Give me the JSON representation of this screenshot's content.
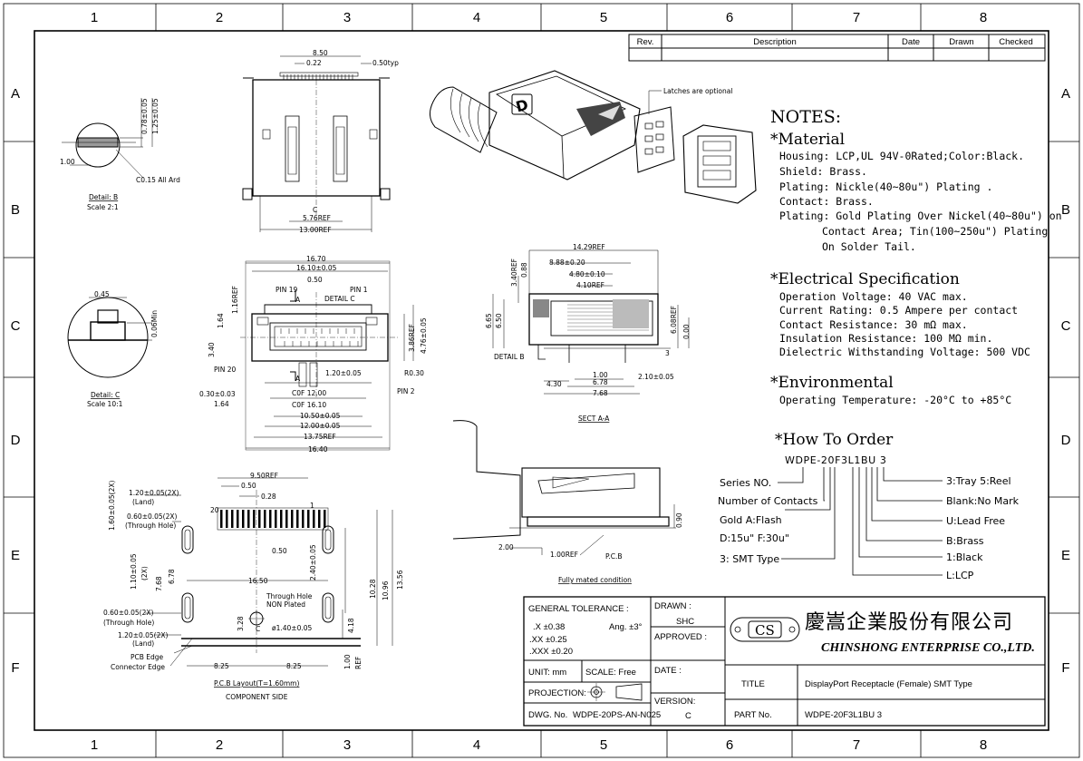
{
  "zones": {
    "cols": [
      "1",
      "2",
      "3",
      "4",
      "5",
      "6",
      "7",
      "8"
    ],
    "rows": [
      "A",
      "B",
      "C",
      "D",
      "E",
      "F"
    ]
  },
  "revision_block": {
    "headers": [
      "Rev.",
      "Description",
      "Date",
      "Drawn",
      "Checked"
    ]
  },
  "notes": {
    "heading": "NOTES:",
    "material_title": "*Material",
    "material_lines": [
      "Housing: LCP,UL 94V-0Rated;Color:Black.",
      "Shield: Brass.",
      "Plating: Nickle(40~80u\") Plating .",
      "Contact: Brass.",
      "Plating: Gold Plating Over Nickel(40~80u\") on",
      "Contact Area; Tin(100~250u\") Plating",
      "On Solder Tail."
    ],
    "electrical_title": "*Electrical Specification",
    "electrical_lines": [
      "Operation Voltage: 40 VAC max.",
      "Current Rating: 0.5 Ampere per contact",
      "Contact Resistance: 30 mΩ max.",
      "Insulation Resistance: 100 MΩ min.",
      "Dielectric Withstanding Voltage: 500 VDC"
    ],
    "environmental_title": "*Environmental",
    "environmental_lines": [
      "Operating Temperature: -20°C to +85°C"
    ]
  },
  "how_to_order": {
    "title": "*How To Order",
    "part_code": "WDPE-20F3L1BU 3",
    "left_labels": [
      "Series NO.",
      "Number of Contacts",
      "Gold A:Flash",
      "D:15u\" F:30u\"",
      "3: SMT Type"
    ],
    "right_labels": [
      "3:Tray   5:Reel",
      "Blank:No Mark",
      "U:Lead  Free",
      "B:Brass",
      "1:Black",
      "L:LCP"
    ]
  },
  "drawing_labels": {
    "latches_note": "Latches are optional",
    "detail_b_title": "Detail: B",
    "detail_b_scale": "Scale 2:1",
    "detail_c_title": "Detail: C",
    "detail_c_scale": "Scale 10:1",
    "section_title": "SECT A-A",
    "mated_title": "Fully mated condition",
    "pcb_title": "P.C.B Layout(T=1.60mm)",
    "pcb_subtitle": "COMPONENT SIDE",
    "detail_b_label": "DETAIL  B",
    "detail_c_label": "DETAIL  C",
    "pin19": "PIN 19",
    "pin1": "PIN 1",
    "pin20": "PIN 20",
    "pin2": "PIN 2",
    "pcb_label": "P.C.B",
    "through_hole_non_plated": "Through Hole",
    "non_plated": "NON Plated",
    "through_hole_label": "(Through Hole)",
    "land_label": "(Land)",
    "pcb_edge": "PCB Edge",
    "connector_edge": "Connector Edge",
    "c015": "C0.15  All Ard"
  },
  "dimensions": {
    "top_view": [
      "8.50",
      "0.22",
      "0.50typ",
      "5.76REF",
      "13.00REF",
      "C"
    ],
    "front_view": [
      "16.70",
      "16.10±0.05",
      "0.50",
      "1.20±0.05",
      "R0.30",
      "C0F 12.00",
      "C0F 16.10",
      "10.50±0.05",
      "12.00±0.05",
      "13.75REF",
      "16.40",
      "3.40",
      "1.16REF",
      "1.64",
      "3.86REF",
      "4.76±0.05",
      "0.30±0.03",
      "1.64",
      "A"
    ],
    "detail_b": [
      "0.78±0.05",
      "1.25±0.05",
      "1.00"
    ],
    "detail_c": [
      "0.45",
      "0.06Min"
    ],
    "section": [
      "14.29REF",
      "8.88±0.20",
      "4.80±0.10",
      "4.10REF",
      "3.40REF",
      "0.88",
      "6.65",
      "6.50",
      "6.08REF",
      "0.00",
      "1.00",
      "6.78",
      "7.68",
      "4.30",
      "2.10±0.05",
      "3"
    ],
    "mated": [
      "2.00",
      "1.00REF",
      "0.90"
    ],
    "pcb": [
      "9.50REF",
      "0.50",
      "0.28",
      "20",
      "1",
      "0.50",
      "1.20±0.05(2X)",
      "1.60±0.05(2X)",
      "0.60±0.05(2X)",
      "1.10±0.05",
      "(2X)",
      "7.68",
      "6.78",
      "16.50",
      "2.40±0.05",
      "10.28",
      "10.96",
      "13.56",
      "3.28",
      "ø1.40±0.05",
      "4.18",
      "0.60±0.05(2X)",
      "1.20±0.05(2X)",
      "8.25",
      "8.25",
      "1.00",
      "REF",
      "C"
    ]
  },
  "title_block": {
    "general_tolerance_label": "GENERAL TOLERANCE :",
    "tol_x": ".X  ±0.38",
    "tol_xx": ".XX ±0.25",
    "tol_xxx": ".XXX ±0.20",
    "angle": "Ang. ±3°",
    "drawn_label": "DRAWN :",
    "drawn_value": "SHC",
    "approved_label": "APPROVED :",
    "date_label": "DATE :",
    "unit_label": "UNIT:  mm",
    "scale_label": "SCALE:  Free",
    "projection_label": "PROJECTION:",
    "dwg_label": "DWG. No.",
    "dwg_value": "WDPE-20PS-AN-N025",
    "version_label": "VERSION:",
    "version_value": "C",
    "company_cn": "慶嵩企業股份有限公司",
    "company_en": "CHINSHONG ENTERPRISE CO.,LTD.",
    "logo_text": "CS",
    "title_label": "TITLE",
    "title_value": "DisplayPort Receptacle (Female)  SMT Type",
    "part_label": "PART No.",
    "part_value": "WDPE-20F3L1BU 3"
  }
}
